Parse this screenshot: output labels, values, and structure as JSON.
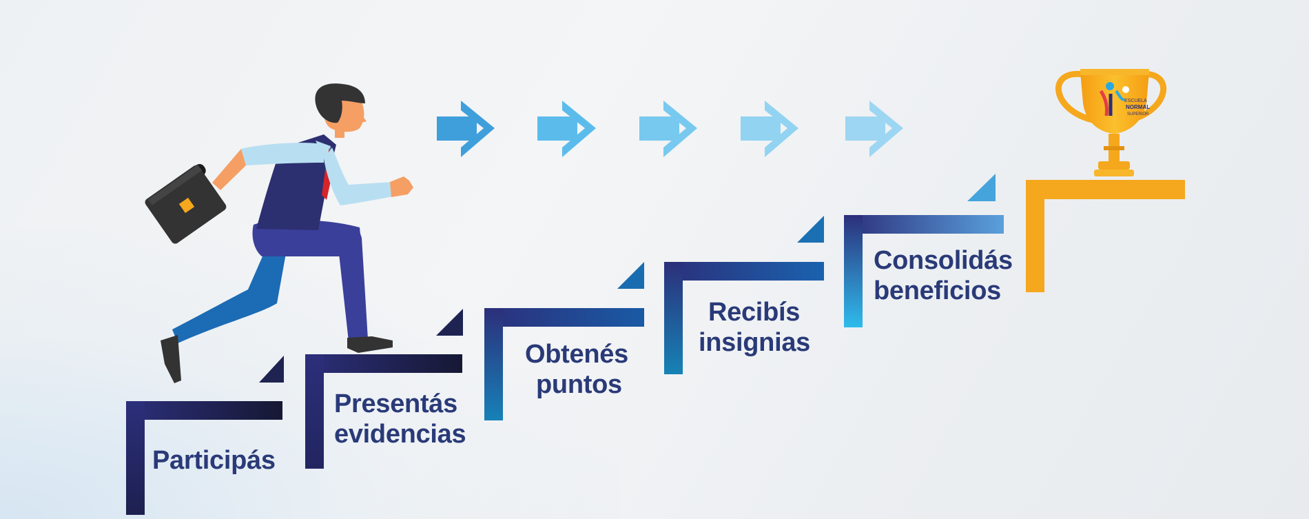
{
  "colors": {
    "text": "#2a3a78",
    "step_dark": "#1c1f4d",
    "step_navy": "#2c2f7a",
    "step_blue": "#1a6fb5",
    "step_cyan": "#29b4e6",
    "trophy_gold": "#f5a81d",
    "arrow_colors": [
      "#3f9fdb",
      "#5bbcec",
      "#78c9ef",
      "#92d3f1",
      "#9dd6f2"
    ]
  },
  "icons": {
    "person": "businessman-running-icon",
    "briefcase": "briefcase-icon",
    "arrow": "right-arrow-icon",
    "trophy": "trophy-icon"
  },
  "steps": [
    {
      "line1": "Participás",
      "line2": ""
    },
    {
      "line1": "Presentás",
      "line2": "evidencias"
    },
    {
      "line1": "Obtenés",
      "line2": "puntos"
    },
    {
      "line1": "Recibís",
      "line2": "insignias"
    },
    {
      "line1": "Consolidás",
      "line2": "beneficios"
    }
  ],
  "trophy_logo": {
    "top": "ESCUELA",
    "main": "NORMAL",
    "sub": "SUPERIOR"
  }
}
